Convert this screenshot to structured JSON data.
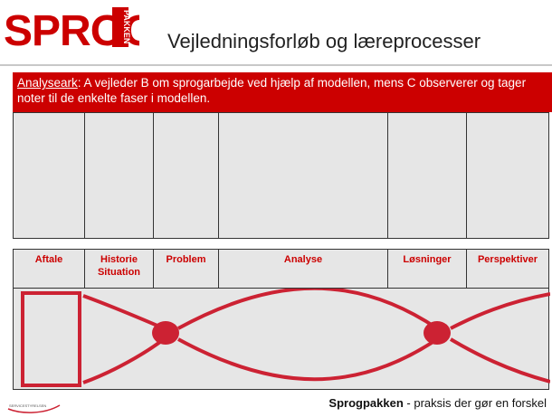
{
  "logo": {
    "text": "SPROG",
    "tag": "PAKKEN"
  },
  "title": "Vejledningsforløb og læreprocesser",
  "banner": {
    "keyword": "Analyseark",
    "text": ": A vejleder B om sprogarbejde ved hjælp af modellen, mens C observerer og tager noter til de enkelte faser i modellen."
  },
  "headers": [
    {
      "label": "Aftale"
    },
    {
      "label": "Historie\nSituation"
    },
    {
      "label": "Problem"
    },
    {
      "label": "Analyse"
    },
    {
      "label": "Løsninger"
    },
    {
      "label": "Perspektiver"
    }
  ],
  "colors": {
    "accent": "#cc0000",
    "panel": "#e6e6e6"
  },
  "footer": {
    "left_logo": "SERVICESTYRELSEN",
    "brand": "Sprogpakken",
    "slogan": " - praksis der gør en forskel"
  }
}
